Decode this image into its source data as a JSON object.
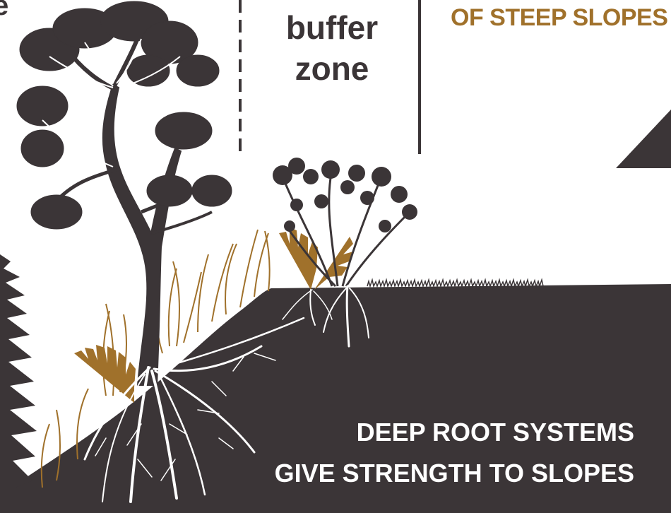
{
  "buffer_label": {
    "line1": "buffer",
    "line2": "zone"
  },
  "heading_fragment": "OF STEEP SLOPES",
  "corner_fragment": "e",
  "root_message": {
    "line1": "DEEP ROOT SYSTEMS",
    "line2": "GIVE STRENGTH TO SLOPES"
  },
  "colors": {
    "ground": "#3b3537",
    "accent": "#a0712b",
    "root": "#ffffff",
    "text_dark": "#3b3537",
    "text_light": "#ffffff"
  }
}
